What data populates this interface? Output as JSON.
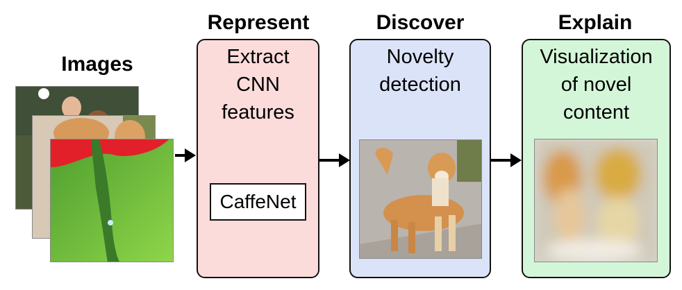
{
  "images_heading": "Images",
  "panels": [
    {
      "heading": "Represent",
      "lines": [
        "Extract",
        "CNN",
        "features"
      ],
      "box_label": "CaffeNet",
      "color": "#fcdcdb"
    },
    {
      "heading": "Discover",
      "lines": [
        "Novelty",
        "detection"
      ],
      "color": "#dbe3f8"
    },
    {
      "heading": "Explain",
      "lines": [
        "Visualization",
        "of novel",
        "content"
      ],
      "color": "#d4f6d8"
    }
  ],
  "colors": {
    "arrow": "#000000",
    "border": "#111111"
  }
}
